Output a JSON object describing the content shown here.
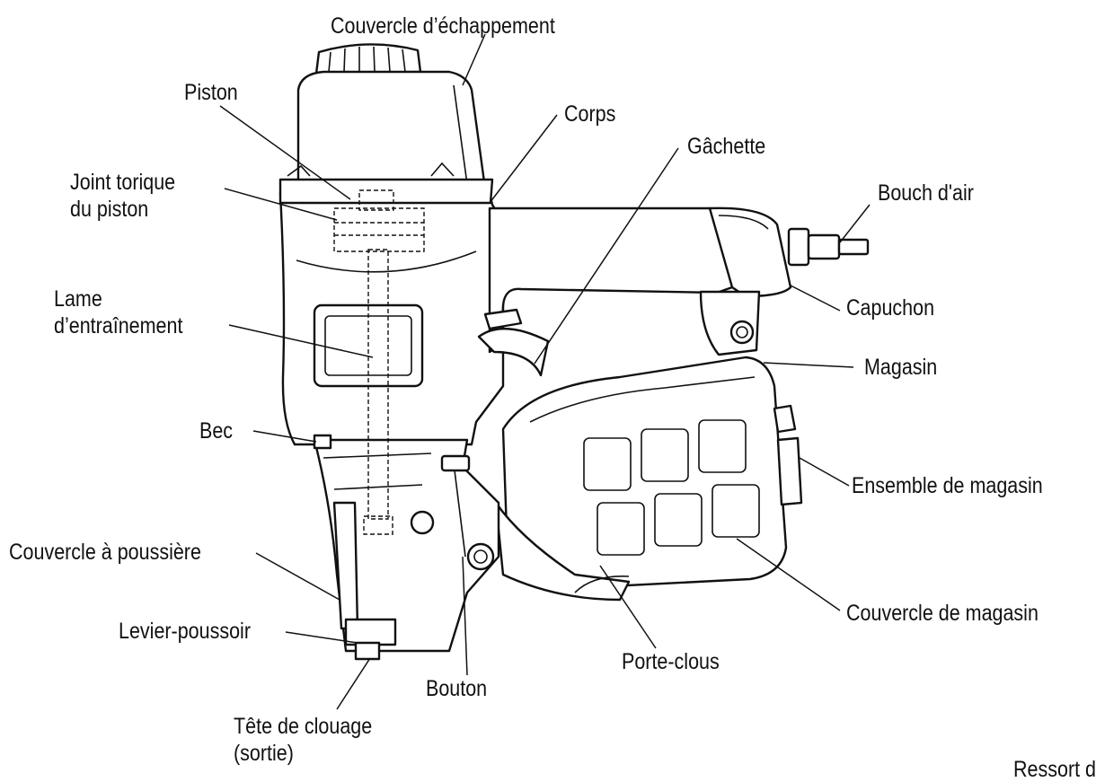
{
  "labels": {
    "exhaust_cover": "Couvercle d’échappement",
    "piston": "Piston",
    "body": "Corps",
    "trigger": "Gâchette",
    "piston_o_ring": [
      "Joint torique",
      "du piston"
    ],
    "air_plug": "Bouch d'air",
    "cap": "Capuchon",
    "driver_blade": [
      "Lame",
      "d’entraînement"
    ],
    "magazine": "Magasin",
    "nose": "Bec",
    "magazine_assembly": "Ensemble de magasin",
    "dust_cover": "Couvercle à poussière",
    "magazine_cover": "Couvercle de magasin",
    "push_lever": "Levier-poussoir",
    "nail_holder": "Porte-clous",
    "knob": "Bouton",
    "nailing_head": [
      "Tête de clouage",
      "(sortie)"
    ],
    "spring": "Ressort d"
  }
}
